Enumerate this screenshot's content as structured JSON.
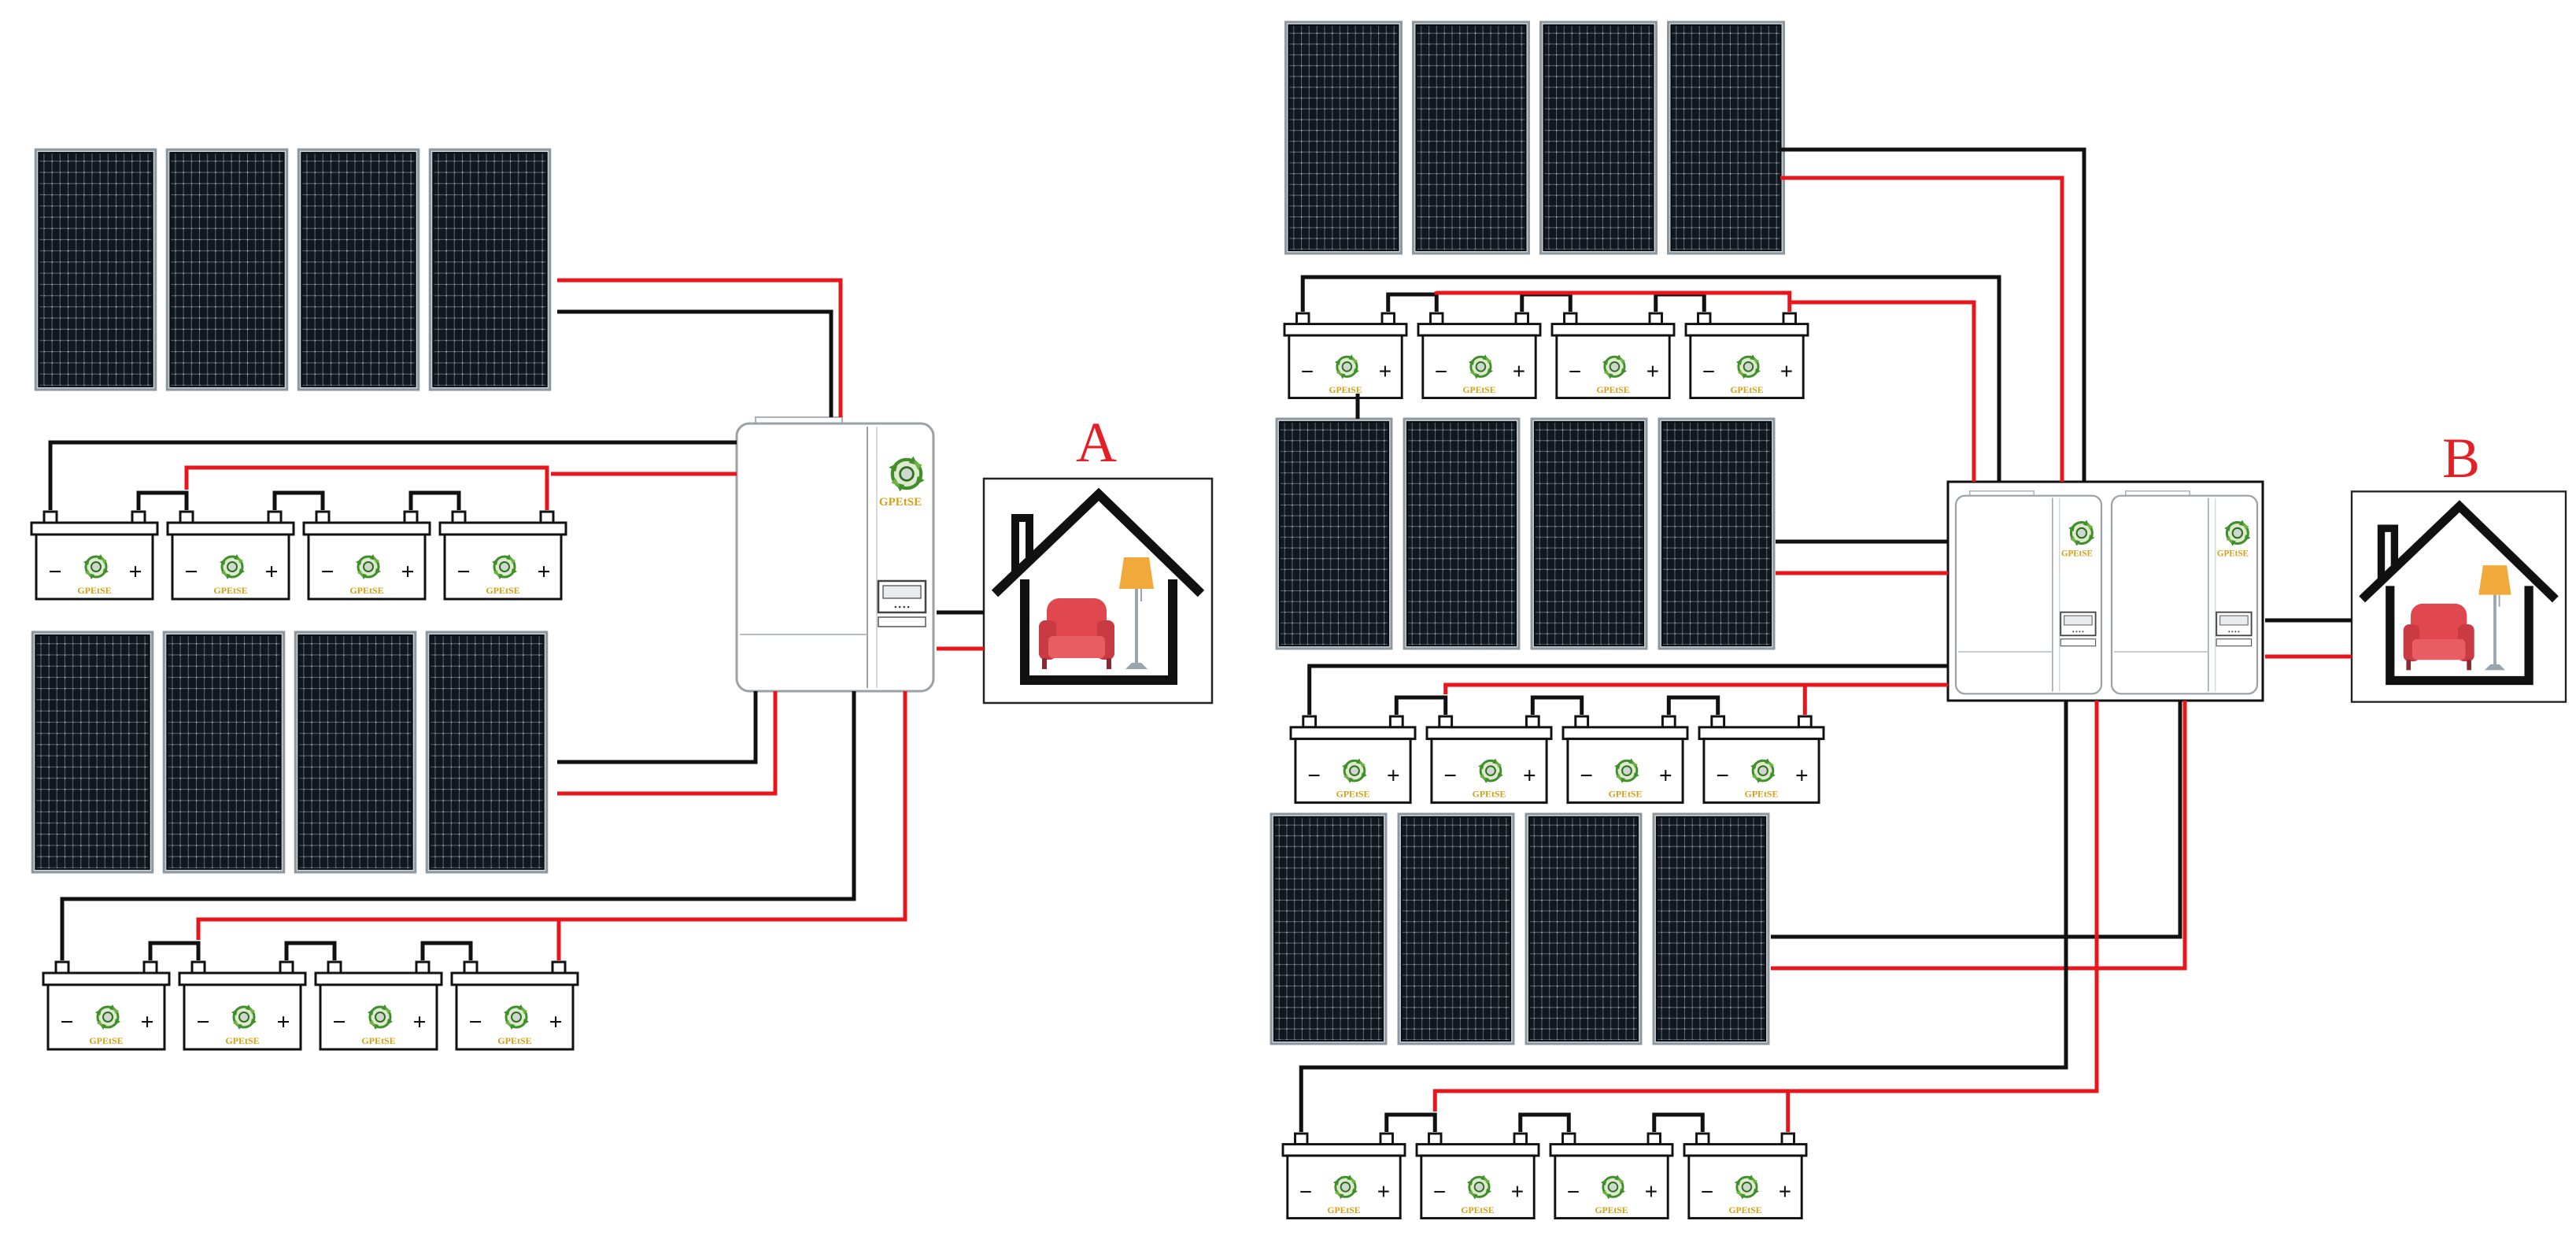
{
  "labels": {
    "system_a": "A",
    "system_b": "B"
  },
  "battery": {
    "minus": "−",
    "plus": "+",
    "brand": "GPEtSE"
  },
  "inverter": {
    "brand": "GPEtSE",
    "buttons": "▪ ▪ ▪ ▪"
  },
  "colors": {
    "positive_wire": "#e8161b",
    "negative_wire": "#111111",
    "label": "#e51f26",
    "brand": "#d4a017",
    "logo_green": "#3f8f2b",
    "panel_cell": "#0f141a",
    "sofa": "#e0474f",
    "lamp": "#f2a93b"
  },
  "icons": [
    "solar-panel-icon",
    "battery-icon",
    "inverter-icon",
    "house-icon",
    "sofa-icon",
    "floor-lamp-icon"
  ],
  "system_a": {
    "solar_arrays": 2,
    "battery_banks": 2,
    "inverters": 1
  },
  "system_b": {
    "solar_arrays": 3,
    "battery_banks": 3,
    "inverters": 2
  }
}
